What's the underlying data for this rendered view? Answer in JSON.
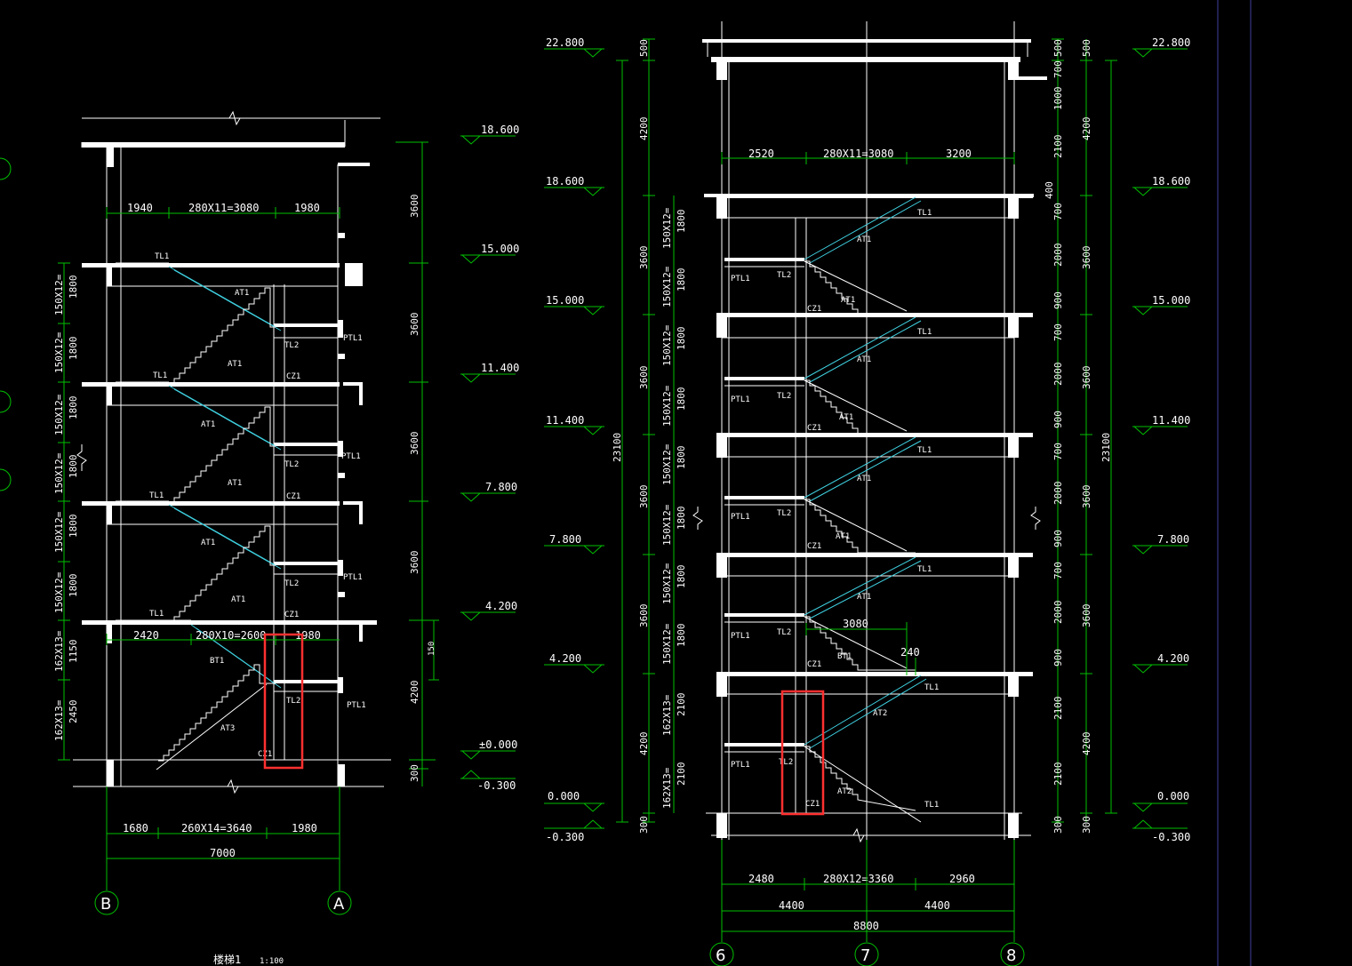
{
  "drawing": {
    "title": "楼梯1",
    "scale": "1:100"
  },
  "left_section": {
    "elevations": [
      "18.600",
      "15.000",
      "11.400",
      "7.800",
      "4.200",
      "±0.000",
      "-0.300"
    ],
    "right_dims": [
      "3600",
      "3600",
      "3600",
      "3600",
      "4200",
      "300",
      "150"
    ],
    "left_dims": [
      [
        "150X12=",
        "1800"
      ],
      [
        "150X12=",
        "1800"
      ],
      [
        "150X12=",
        "1800"
      ],
      [
        "150X12=",
        "1800"
      ],
      [
        "150X12=",
        "1800"
      ],
      [
        "150X12=",
        "1800"
      ],
      [
        "162X13=",
        "1150"
      ],
      [
        "162X13=",
        "2450"
      ]
    ],
    "top_dims": [
      "1940",
      "280X11=3080",
      "1980"
    ],
    "mid_dims": [
      "2420",
      "280X10=2600",
      "1980"
    ],
    "bottom_dims": [
      "1680",
      "260X14=3640",
      "1980"
    ],
    "overall": "7000",
    "axes": [
      "B",
      "A"
    ],
    "labels": {
      "tl1": "TL1",
      "at1": "AT1",
      "tl2": "TL2",
      "ptl1": "PTL1",
      "cz1": "CZ1",
      "bt1": "BT1",
      "at3": "AT3"
    }
  },
  "right_section": {
    "left_elevations": [
      "22.800",
      "18.600",
      "15.000",
      "11.400",
      "7.800",
      "4.200",
      "0.000",
      "-0.300"
    ],
    "right_elevations": [
      "22.800",
      "18.600",
      "15.000",
      "11.400",
      "7.800",
      "4.200",
      "0.000",
      "-0.300"
    ],
    "total_height": "23100",
    "left_outer_dims": [
      "500",
      "4200",
      "3600",
      "3600",
      "3600",
      "3600",
      "4200",
      "300"
    ],
    "left_inner_dims": [
      [
        "150X12=",
        "1800"
      ],
      [
        "150X12=",
        "1800"
      ],
      [
        "150X12=",
        "1800"
      ],
      [
        "150X12=",
        "1800"
      ],
      [
        "150X12=",
        "1800"
      ],
      [
        "150X12=",
        "1800"
      ],
      [
        "150X12=",
        "1800"
      ],
      [
        "150X12=",
        "1800"
      ],
      [
        "162X13=",
        "2100"
      ],
      [
        "162X13=",
        "2100"
      ]
    ],
    "right_inner_dims": [
      "500",
      "700",
      "1000",
      "2100",
      "400",
      "700",
      "2000",
      "900",
      "700",
      "2000",
      "900",
      "700",
      "2000",
      "900",
      "700",
      "2000",
      "900",
      "2100",
      "2100",
      "300"
    ],
    "right_outer_dims": [
      "500",
      "4200",
      "3600",
      "3600",
      "3600",
      "3600",
      "4200",
      "300"
    ],
    "top_dims": [
      "2520",
      "280X11=3080",
      "3200"
    ],
    "mid_dims": [
      "3080",
      "240"
    ],
    "bottom_dims": [
      "2480",
      "280X12=3360",
      "2960"
    ],
    "half_dims": [
      "4400",
      "4400"
    ],
    "overall": "8800",
    "axes": [
      "6",
      "7",
      "8"
    ],
    "labels": {
      "tl1": "TL1",
      "at1": "AT1",
      "tl2": "TL2",
      "ptl1": "PTL1",
      "cz1": "CZ1",
      "bt1": "BT1",
      "at2": "AT2"
    }
  }
}
